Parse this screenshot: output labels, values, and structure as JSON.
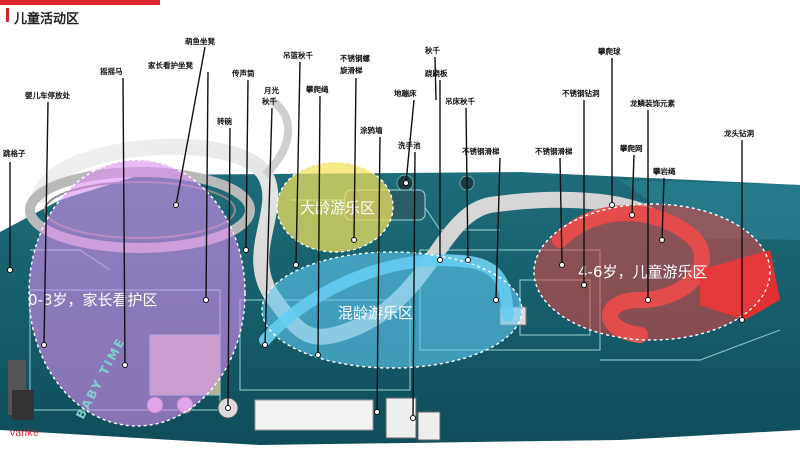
{
  "header": {
    "title": "儿童活动区"
  },
  "brand": {
    "logo_text": "vanke"
  },
  "floor_text": {
    "baby_time": "BABY TIME"
  },
  "zones": [
    {
      "id": "zone-0-3",
      "label": "0-3岁，家长看护区",
      "color": "#d98cf0"
    },
    {
      "id": "zone-older",
      "label": "大龄游乐区",
      "color": "#f3e25a"
    },
    {
      "id": "zone-mixed",
      "label": "混龄游乐区",
      "color": "#5ec8f2"
    },
    {
      "id": "zone-4-6",
      "label": "4-6岁，儿童游乐区",
      "color": "#e5413f"
    }
  ],
  "callouts": [
    {
      "id": "hopscotch",
      "label": "跳格子"
    },
    {
      "id": "stroller-park",
      "label": "婴儿车停放处"
    },
    {
      "id": "rocking-horse",
      "label": "摇摇马"
    },
    {
      "id": "parent-seats",
      "label": "家长看护坐凳"
    },
    {
      "id": "cute-fish-stool",
      "label": "萌鱼坐凳"
    },
    {
      "id": "voice-tube",
      "label": "传声筒"
    },
    {
      "id": "turn-bowl",
      "label": "转碗"
    },
    {
      "id": "moon-swing",
      "label": "月光秋千"
    },
    {
      "id": "basket-swing",
      "label": "吊篮秋千"
    },
    {
      "id": "climb-rope-1",
      "label": "攀爬绳"
    },
    {
      "id": "spiral-slide",
      "label": "不锈钢螺旋滑梯"
    },
    {
      "id": "graffiti-wall",
      "label": "涂鸦墙"
    },
    {
      "id": "trampoline",
      "label": "地蹦床"
    },
    {
      "id": "swing",
      "label": "秋千"
    },
    {
      "id": "seesaw",
      "label": "跷跷板"
    },
    {
      "id": "hand-wash",
      "label": "洗手池"
    },
    {
      "id": "hammock-swing",
      "label": "吊床秋千"
    },
    {
      "id": "slide-1",
      "label": "不锈钢滑梯"
    },
    {
      "id": "slide-2",
      "label": "不锈钢滑梯"
    },
    {
      "id": "drill-tube",
      "label": "不锈钢钻洞"
    },
    {
      "id": "climb-ball",
      "label": "攀爬球"
    },
    {
      "id": "dragon-scale",
      "label": "龙鳞装饰元素"
    },
    {
      "id": "climb-net",
      "label": "攀爬网"
    },
    {
      "id": "rock-rope",
      "label": "攀岩绳"
    },
    {
      "id": "dragon-drill",
      "label": "龙头钻洞"
    }
  ]
}
